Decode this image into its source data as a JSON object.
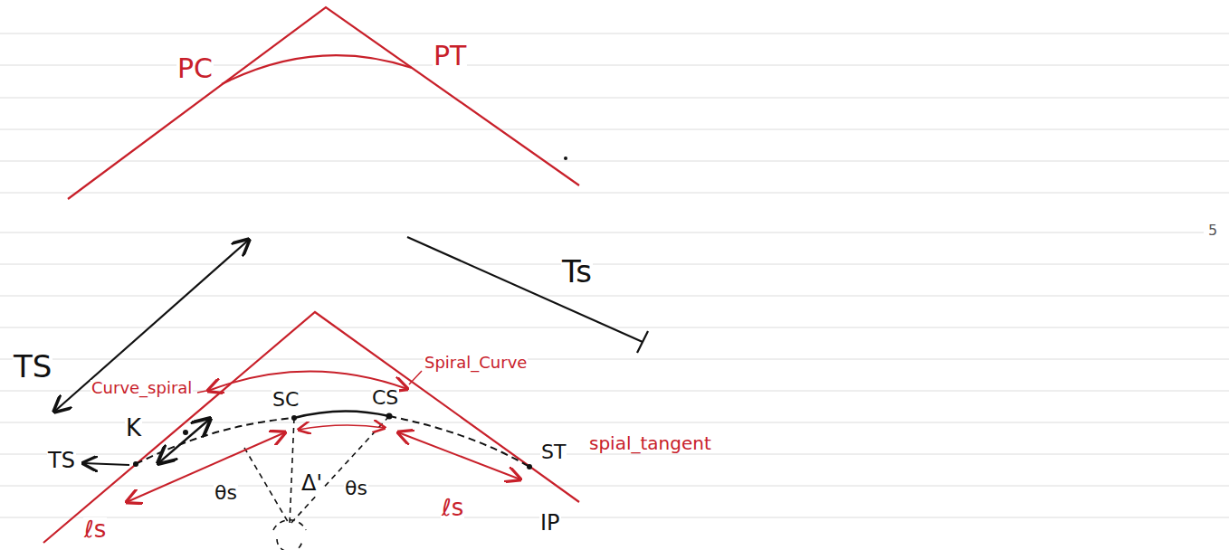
{
  "diagram": {
    "labels": [
      "PC",
      "PT",
      "5",
      "TS",
      "Ts",
      "Curve_spiral",
      "Spiral_Curve",
      "K",
      "TS",
      "SC",
      "CS",
      "ST",
      "spial_tangent",
      "ℓs",
      "θs",
      "Δ'",
      "θs",
      "ℓs",
      "IP"
    ]
  }
}
